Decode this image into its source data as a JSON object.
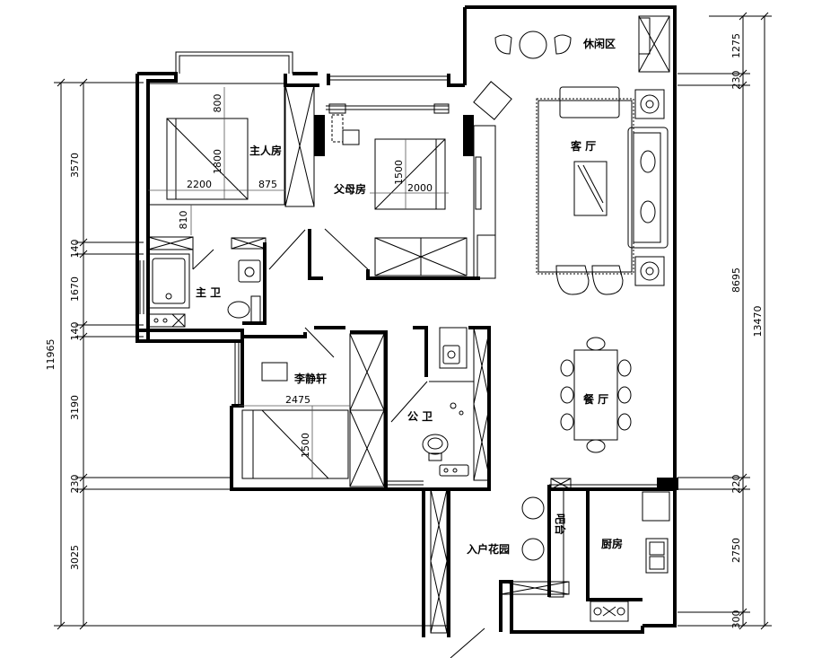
{
  "rooms": {
    "master_bedroom": "主人房",
    "parents_room": "父母房",
    "master_bath": "主 卫",
    "kid_room": "李静轩",
    "public_bath": "公 卫",
    "leisure_area": "休闲区",
    "living_room": "客 厅",
    "dining_room": "餐 厅",
    "kitchen": "厨房",
    "entry_garden": "入户花园",
    "bar_counter": "吧台"
  },
  "inner_dims": {
    "master_depth": "800",
    "master_bed_len": "1800",
    "master_width": "2200",
    "master_gap": "875",
    "master_lower": "810",
    "parent_bed_w": "1500",
    "parent_bed_len": "2000",
    "kid_width": "2475",
    "kid_bed_w": "1500"
  },
  "left_dims": {
    "total": "11965",
    "segments": [
      "3570",
      "140",
      "1670",
      "140",
      "3190",
      "230",
      "3025"
    ]
  },
  "right_dims": {
    "total": "13470",
    "main": "8695",
    "segments": [
      "1275",
      "230",
      "220",
      "2750",
      "300"
    ]
  }
}
